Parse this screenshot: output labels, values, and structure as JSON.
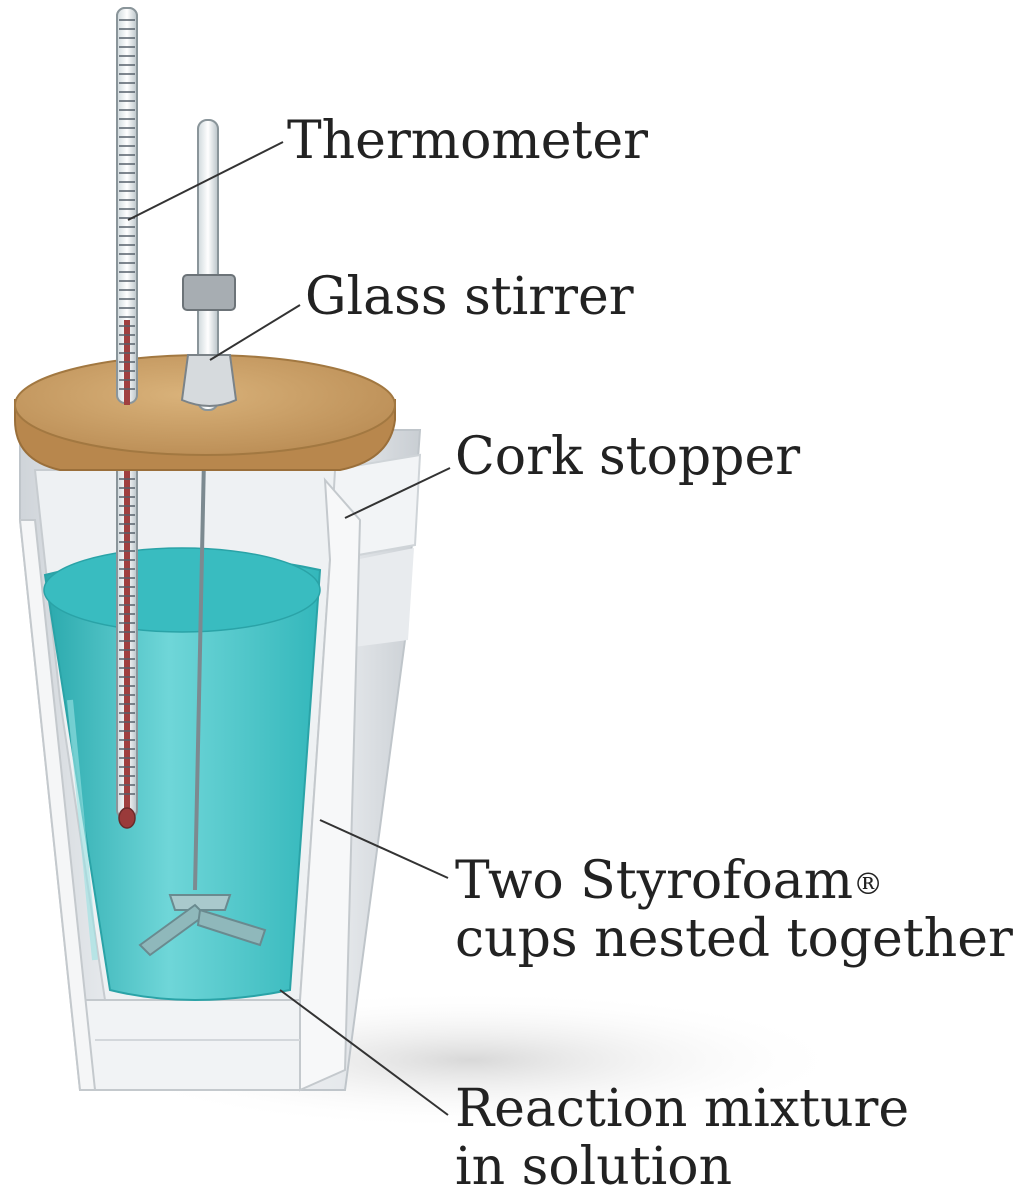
{
  "labels": {
    "thermometer": "Thermometer",
    "glass_stirrer": "Glass stirrer",
    "cork_stopper": "Cork stopper",
    "cups_line1": "Two Styrofoam",
    "cups_registered": "®",
    "cups_line2": "cups nested together",
    "mixture_line1": "Reaction mixture",
    "mixture_line2": "in solution"
  },
  "colors": {
    "solution": "#3fc3c6",
    "cork": "#c9a26a",
    "cup": "#e9ecef",
    "leader": "#333333"
  }
}
